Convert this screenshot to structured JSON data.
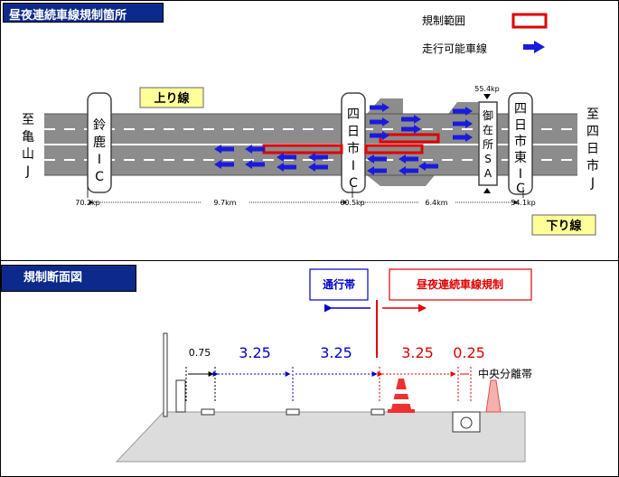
{
  "titles": {
    "top": "昼夜連続車線規制箇所",
    "bottom": "規制断面図"
  },
  "legend": {
    "regulation_range": "規制範囲",
    "travel_lane": "走行可能車線"
  },
  "direction": {
    "up": "上り線",
    "down": "下り線"
  },
  "destinations": {
    "left": [
      "至",
      "亀",
      "山",
      "J"
    ],
    "right": [
      "至",
      "四",
      "日",
      "市",
      "J"
    ]
  },
  "interchanges": {
    "suzuka": [
      "鈴",
      "鹿",
      "I",
      "C"
    ],
    "yokkaichi": [
      "四",
      "日",
      "市",
      "I",
      "C"
    ],
    "mizaisho": [
      "御",
      "在",
      "所",
      "S",
      "A"
    ],
    "yokkaichi_higashi": [
      "四",
      "日",
      "市",
      "東",
      "I",
      "C"
    ]
  },
  "kiloposts": {
    "kp_70_2": "70.2kp",
    "kp_60_5": "60.5kp",
    "kp_55_4": "55.4kp",
    "kp_54_1": "54.1kp"
  },
  "distances": {
    "d1": "9.7km",
    "d2": "6.4km"
  },
  "section": {
    "traffic_band": "通行帯",
    "regulation": "昼夜連続車線規制",
    "widths": {
      "w0": "0.75",
      "w1": "3.25",
      "w2": "3.25",
      "w3": "3.25",
      "w4": "0.25"
    },
    "median": "中央分離帯"
  },
  "colors": {
    "title_bg": "#0b2a8c",
    "road": "#8c8c8c",
    "arrow": "#1a1adf",
    "regulation": "#e00000",
    "label_bg": "#ffff99",
    "dimension_blue": "#0000cc"
  }
}
